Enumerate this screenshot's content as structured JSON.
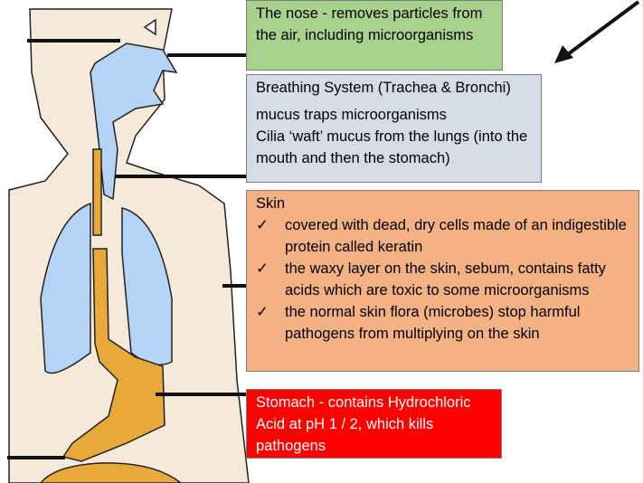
{
  "nose": {
    "text": "The nose - removes particles from the air, including microorganisms"
  },
  "breathing": {
    "title": "Breathing System (Trachea & Bronchi)",
    "line1": "mucus traps microorganisms",
    "line2": "Cilia ‘waft’ mucus from the lungs (into the mouth and then the stomach)"
  },
  "skin": {
    "title": "Skin",
    "items": [
      "covered with dead, dry cells made of an indigestible protein called keratin",
      "the waxy layer on the skin, sebum, contains fatty acids which are toxic to some microorganisms",
      "the normal skin flora (microbes) stop harmful pathogens from multiplying on the skin"
    ],
    "check": "✓"
  },
  "stomach": {
    "text": "Stomach - contains Hydrochloric Acid at pH 1 / 2, which kills pathogens"
  },
  "colors": {
    "nose": "#a9d18e",
    "breathing": "#d6dce5",
    "skin": "#f4b183",
    "stomach": "#ff0000",
    "body": "#f5e9da",
    "airway": "#b4d3f5",
    "digestive": "#e9a83a"
  }
}
